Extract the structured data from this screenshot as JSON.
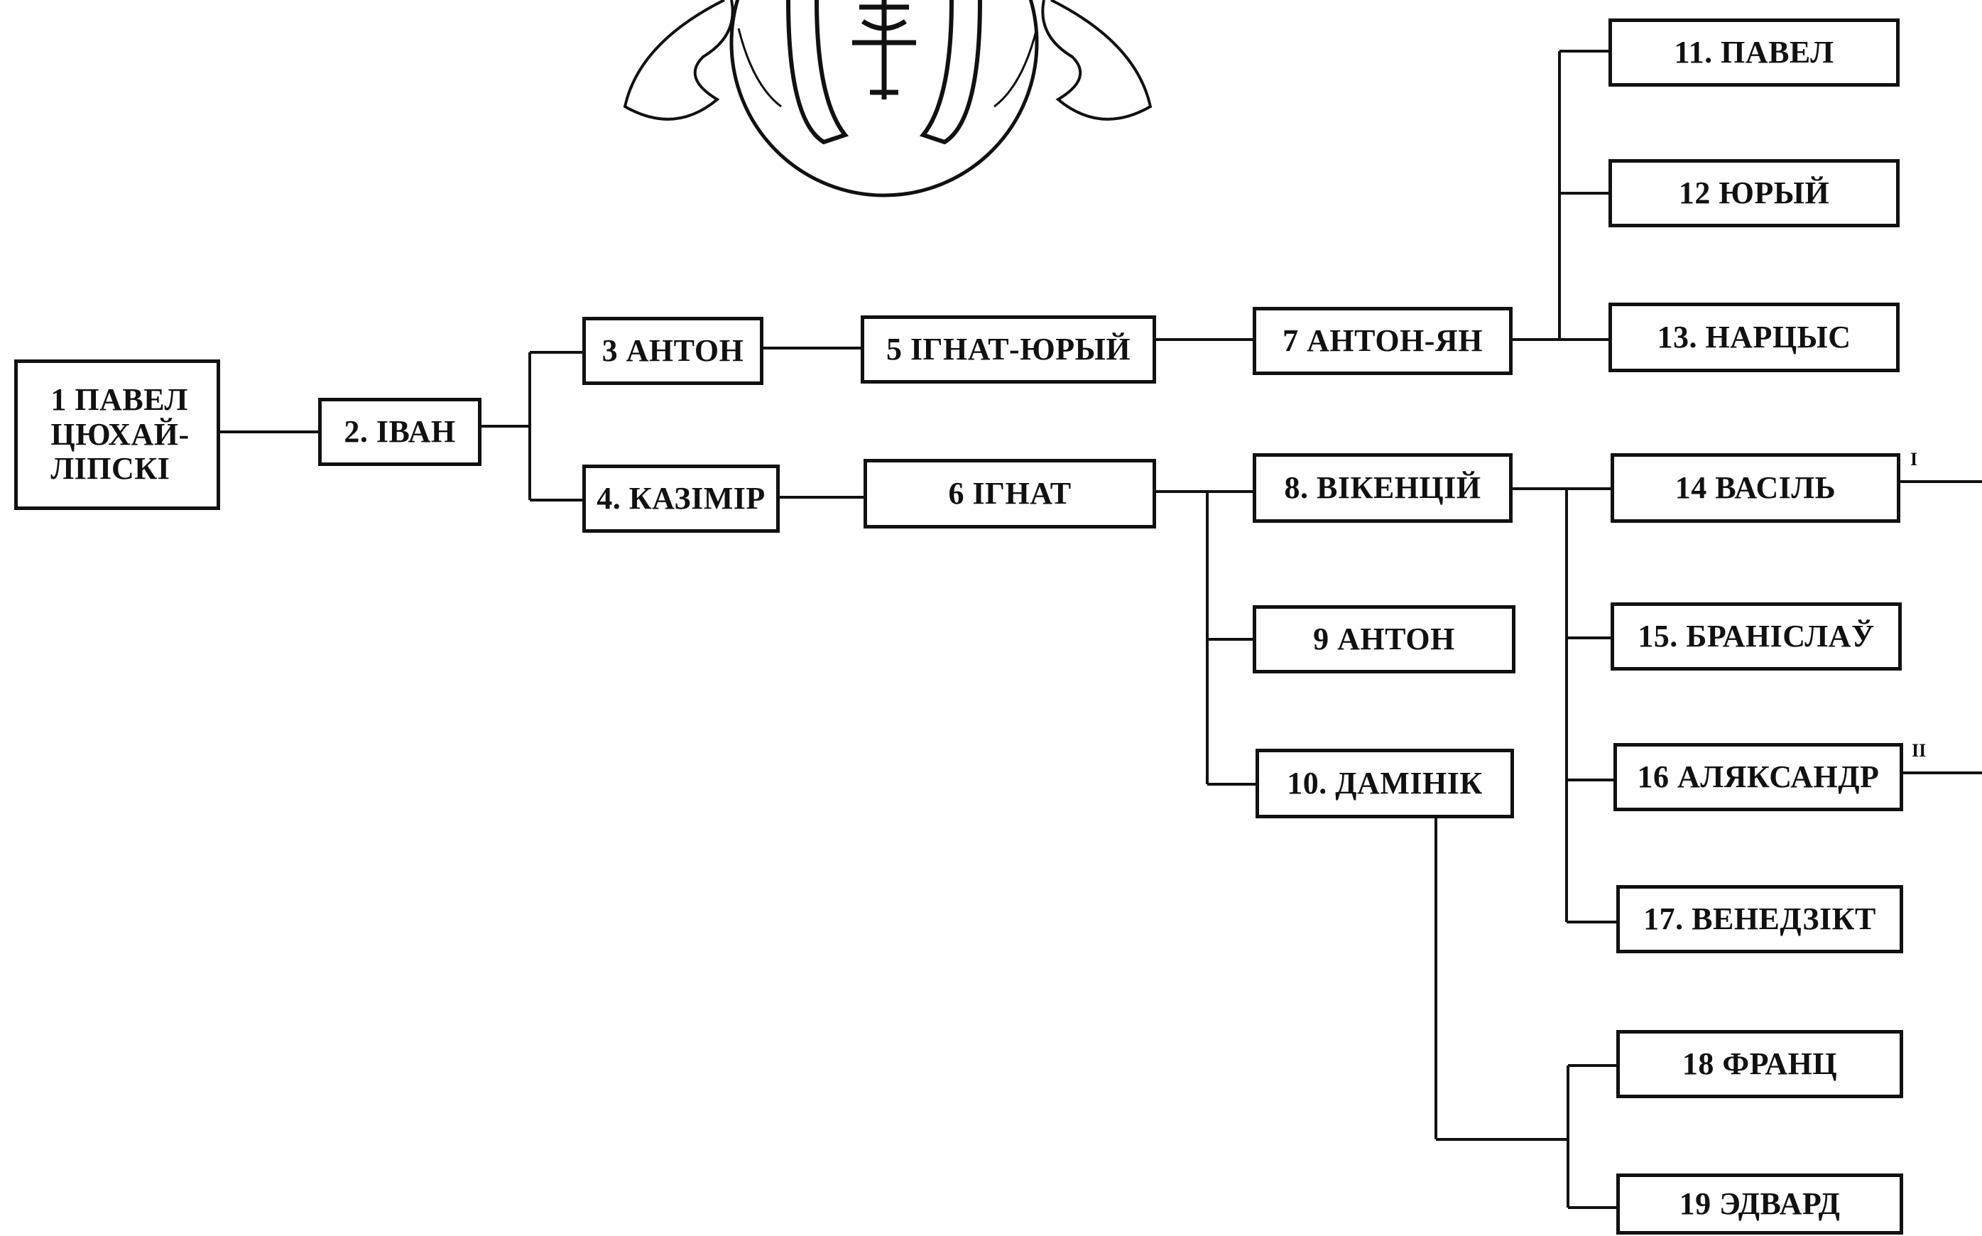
{
  "colors": {
    "ink": "#111111",
    "paper": "#ffffff"
  },
  "emblem": {
    "icon": "coat-of-arms-horseshoe-cross-icon"
  },
  "persons": {
    "p1": "1 ПАВЕЛ\nЦЮХАЙ-\nЛІПСКІ",
    "p2": "2. ІВАН",
    "p3": "3 АНТОН",
    "p4": "4. КАЗІМІР",
    "p5": "5 ІГНАТ-ЮРЫЙ",
    "p6": "6 ІГНАТ",
    "p7": "7 АНТОН-ЯН",
    "p8": "8. ВІКЕНЦІЙ",
    "p9": "9 АНТОН",
    "p10": "10. ДАМІНІК",
    "p11": "11. ПАВЕЛ",
    "p12": "12 ЮРЫЙ",
    "p13": "13. НАРЦЫС",
    "p14": "14 ВАСІЛЬ",
    "p15": "15. БРАНІСЛАЎ",
    "p16": "16 АЛЯКСАНДР",
    "p17": "17. ВЕНЕДЗІКТ",
    "p18": "18 ФРАНЦ",
    "p19": "19 ЭДВАРД"
  },
  "continuation_marks": {
    "m14": "I",
    "m16": "II"
  }
}
